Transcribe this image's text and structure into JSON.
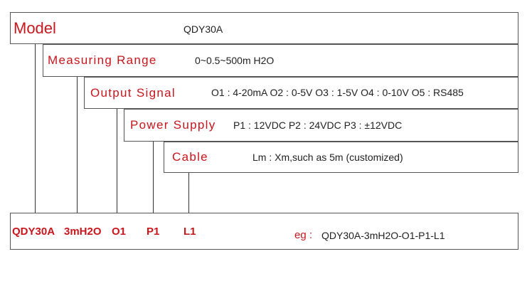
{
  "model": {
    "label": "Model",
    "value": "QDY30A"
  },
  "measuring_range": {
    "label": "Measuring Range",
    "value": "0~0.5~500m H2O"
  },
  "output_signal": {
    "label": "Output Signal",
    "value": "O1 : 4-20mA  O2 : 0-5V  O3 : 1-5V  O4 : 0-10V  O5 : RS485"
  },
  "power_supply": {
    "label": "Power Supply",
    "value": "P1 : 12VDC   P2 : 24VDC   P3 : ±12VDC"
  },
  "cable": {
    "label": "Cable",
    "value": "Lm : Xm,such as 5m (customized)"
  },
  "example": {
    "parts": [
      "QDY30A",
      "3mH2O",
      "O1",
      "P1",
      "L1"
    ],
    "eg_label": "eg :",
    "eg_value": "QDY30A-3mH2O-O1-P1-L1"
  },
  "colors": {
    "label_red": "#c8161d",
    "border": "#555555",
    "text": "#222222"
  }
}
